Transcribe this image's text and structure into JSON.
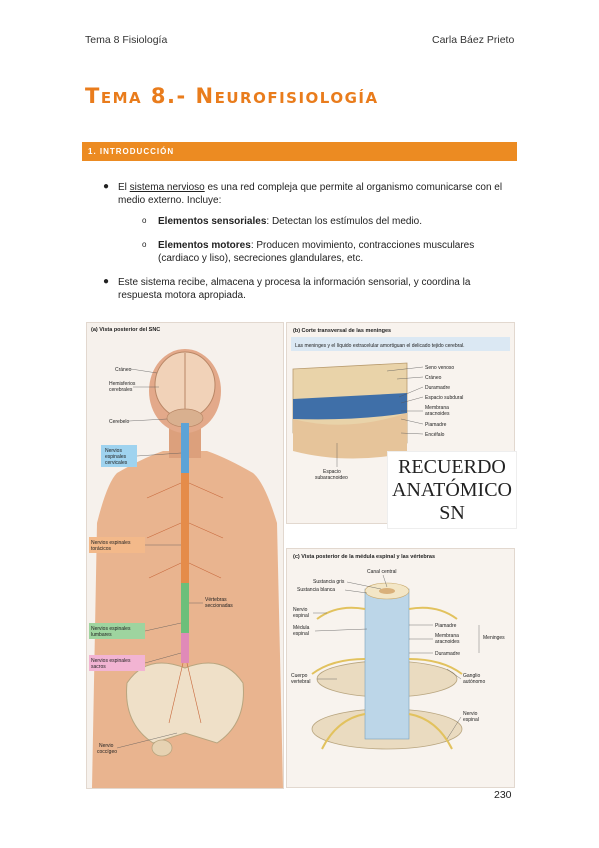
{
  "header": {
    "left": "Tema 8 Fisiología",
    "right": "Carla Báez Prieto"
  },
  "title": "Tema 8.- Neurofisiología",
  "section": "1. INTRODUCCIÓN",
  "bullets": {
    "b1_pre": "El ",
    "b1_ul": "sistema nervioso",
    "b1_post": " es una red compleja que permite al organismo comunicarse con el medio externo. Incluye:",
    "sub1_bold": "Elementos sensoriales",
    "sub1_text": ": Detectan los estímulos del medio.",
    "sub2_bold": "Elementos motores",
    "sub2_text": ": Producen movimiento, contracciones musculares (cardiaco y liso), secreciones glandulares, etc.",
    "b2": "Este sistema recibe, almacena y procesa la información sensorial, y coordina la respuesta motora apropiada."
  },
  "figure": {
    "a_title": "(a) Vista posterior del SNC",
    "a_labels": {
      "craneo": "Cráneo",
      "hemisferios1": "Hemisferios",
      "hemisferios2": "cerebrales",
      "cerebelo": "Cerebelo",
      "cervicales1": "Nervios",
      "cervicales2": "espinales",
      "cervicales3": "cervicales",
      "toracicos1": "Nervios espinales",
      "toracicos2": "torácicos",
      "vertebras1": "Vértebras",
      "vertebras2": "seccionadas",
      "lumbares1": "Nervios espinales",
      "lumbares2": "lumbares",
      "sacros1": "Nervios espinales",
      "sacros2": "sacros",
      "coccigeo1": "Nervio",
      "coccigeo2": "coccígeo"
    },
    "b_title": "(b) Corte transversal de las meninges",
    "b_caption": "Las meninges y el líquido extracelular amortiguan el delicado tejido cerebral.",
    "b_labels": {
      "seno": "Seno venoso",
      "craneo": "Cráneo",
      "duramadre": "Duramadre",
      "subdural": "Espacio subdural",
      "membrana1": "Membrana",
      "membrana2": "aracnoides",
      "piamadre": "Piamadre",
      "encefalo": "Encéfalo",
      "espacio1": "Espacio",
      "espacio2": "subaracnoideo"
    },
    "recuerdo": [
      "RECUERDO",
      "ANATÓMICO",
      "SN"
    ],
    "c_title": "(c) Vista posterior de la médula espinal y las vértebras",
    "c_labels": {
      "canal": "Canal central",
      "gris": "Sustancia gris",
      "blanca": "Sustancia blanca",
      "nervio1": "Nervio",
      "nervio2": "espinal",
      "medula1": "Médula",
      "medula2": "espinal",
      "piamadre": "Piamadre",
      "membrana1": "Membrana",
      "membrana2": "aracnoides",
      "meninges": "Meninges",
      "duramadre": "Duramadre",
      "cuerpo1": "Cuerpo",
      "cuerpo2": "vertebral",
      "ganglio1": "Ganglio",
      "ganglio2": "autónomo",
      "nervio_b1": "Nervio",
      "nervio_b2": "espinal"
    }
  },
  "page_number": "230",
  "colors": {
    "accent": "#ec8b22",
    "title": "#e97c1c"
  }
}
